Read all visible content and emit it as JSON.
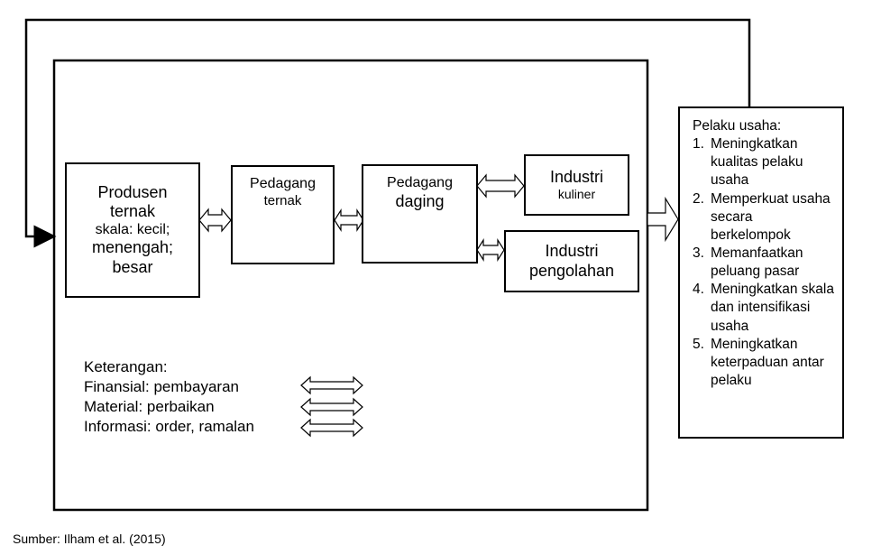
{
  "nodes": {
    "produsen": {
      "line1": "Produsen",
      "line2": "ternak",
      "line3": "skala: kecil;",
      "line4": "menengah;",
      "line5": "besar"
    },
    "pedagang_ternak": {
      "line1": "Pedagang",
      "line2": "ternak"
    },
    "pedagang_daging": {
      "line1": "Pedagang",
      "line2": "daging"
    },
    "industri_kuliner": {
      "line1": "Industri",
      "line2": "kuliner"
    },
    "industri_pengolahan": {
      "line1": "Industri",
      "line2": "pengolahan"
    }
  },
  "pelaku": {
    "title": "Pelaku usaha:",
    "items": [
      {
        "num": "1.",
        "text": "Meningkatkan kualitas pelaku usaha"
      },
      {
        "num": "2.",
        "text": "Memperkuat usaha secara berkelompok"
      },
      {
        "num": "3.",
        "text": "Memanfaatkan peluang pasar"
      },
      {
        "num": "4.",
        "text": "Meningkatkan skala dan intensifikasi usaha"
      },
      {
        "num": "5.",
        "text": "Meningkatkan keterpaduan antar pelaku"
      }
    ]
  },
  "legend": {
    "title": "Keterangan:",
    "financial": "Finansial:  pembayaran",
    "material": "Material: perbaikan",
    "information": "Informasi: order, ramalan"
  },
  "source": "Sumber: Ilham et al. (2015)"
}
